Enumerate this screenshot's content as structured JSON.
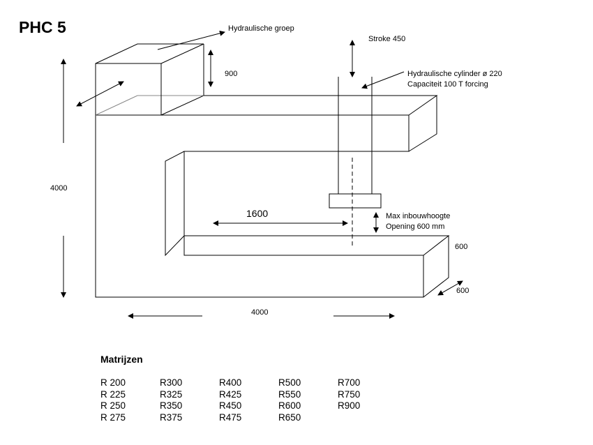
{
  "title": "PHC 5",
  "labels": {
    "hydraulic_group": "Hydraulische groep",
    "stroke": "Stroke 450",
    "group_height": "900",
    "cylinder_line1": "Hydraulische cylinder ø 220",
    "cylinder_line2": "Capaciteit 100 T forcing",
    "height": "4000",
    "reach": "1600",
    "opening_line1": "Max inbouwhoogte",
    "opening_line2": "Opening 600 mm",
    "base_height": "600",
    "base_depth": "600",
    "width": "4000"
  },
  "matrices": {
    "title": "Matrijzen",
    "columns": [
      [
        "R 200",
        "R 225",
        "R 250",
        "R 275"
      ],
      [
        "R300",
        "R325",
        "R350",
        "R375"
      ],
      [
        "R400",
        "R425",
        "R450",
        "R475"
      ],
      [
        "R500",
        "R550",
        "R600",
        "R650"
      ],
      [
        "R700",
        "R750",
        "R900"
      ]
    ]
  }
}
